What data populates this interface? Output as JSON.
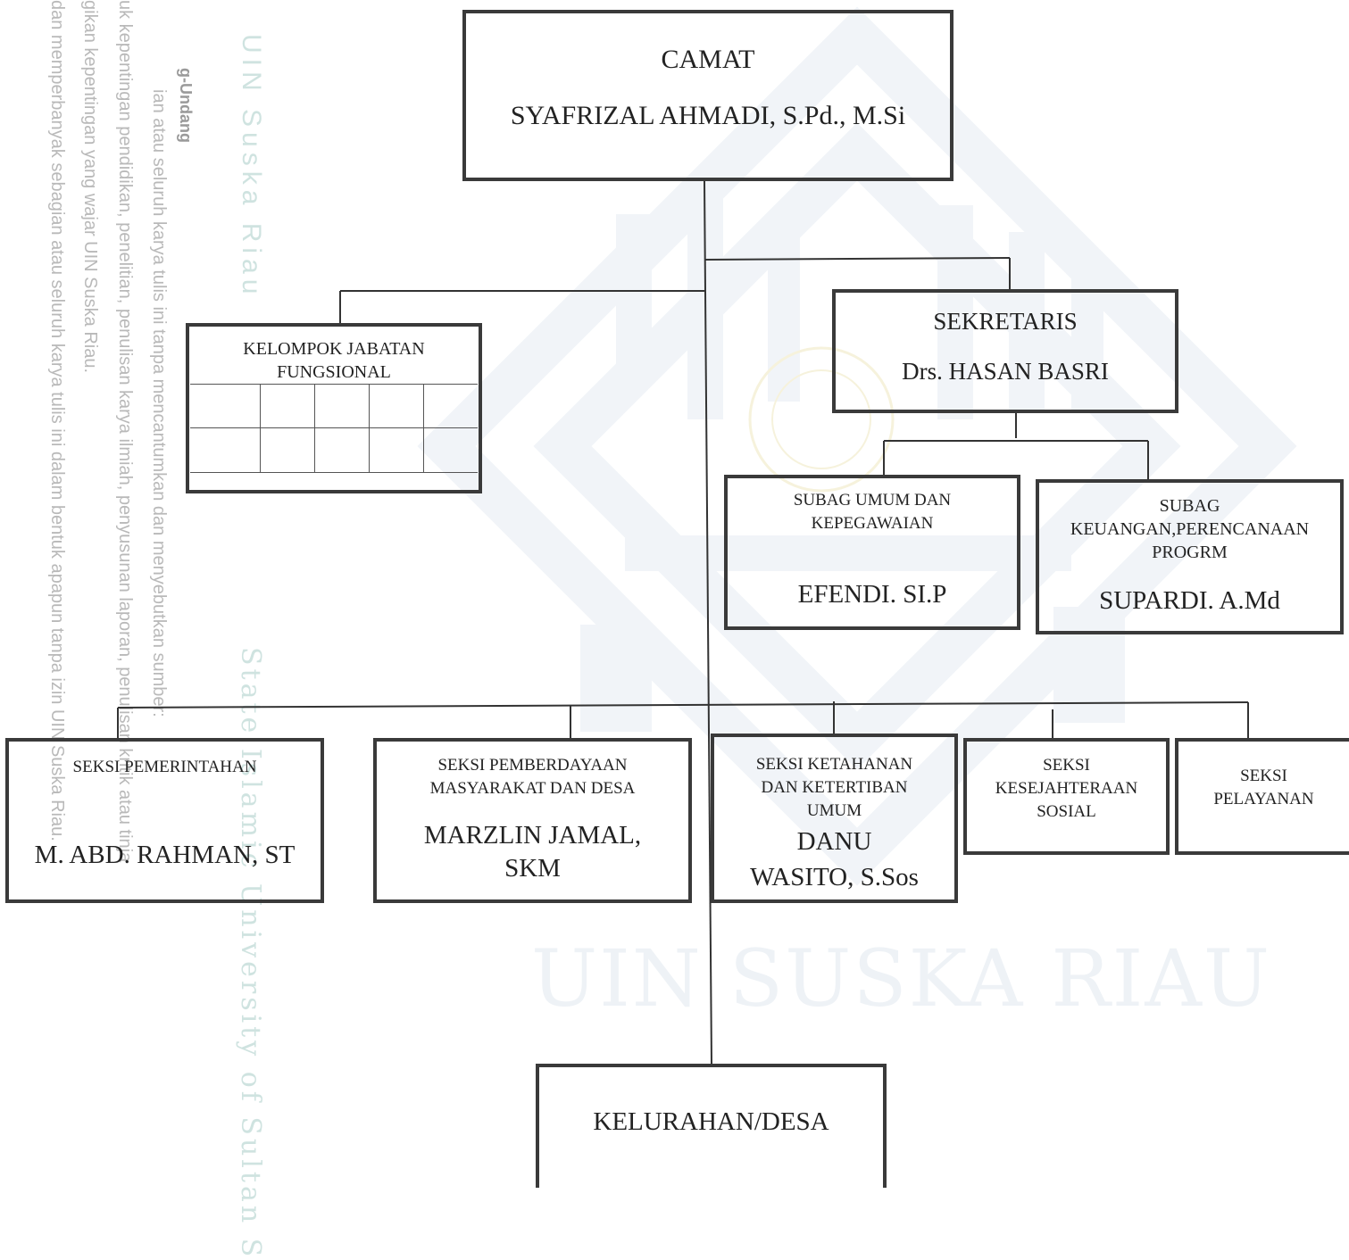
{
  "watermark": {
    "side_header": "g-Undang",
    "side_lines": [
      "ian atau seluruh karya tulis ini tanpa mencantumkan dan menyebutkan sumber:",
      "uk kepentingan pendidikan, penelitian, penulisan karya ilmiah, penyusunan laporan, penulisan kritik atau tinja",
      "gikan kepentingan yang wajar UIN Suska Riau.",
      "dan memperbanyak sebagian atau seluruh karya tulis ini dalam bentuk apapun tanpa izin UIN Suska Riau."
    ],
    "side_label_1": "UIN Suska Riau",
    "side_label_2": "State Islamic University of Sultan S",
    "center_text": "UIN SUSKA RIAU",
    "color": "#eef2f6"
  },
  "org_chart": {
    "camat": {
      "title": "CAMAT",
      "name": "SYAFRIZAL AHMADI, S.Pd., M.Si"
    },
    "fungsional": {
      "title_line1": "KELOMPOK JABATAN",
      "title_line2": "FUNGSIONAL"
    },
    "sekretaris": {
      "title": "SEKRETARIS",
      "name": "Drs. HASAN BASRI"
    },
    "subag_umum": {
      "title_line1": "SUBAG UMUM DAN",
      "title_line2": "KEPEGAWAIAN",
      "name": "EFENDI. SI.P"
    },
    "subag_keuangan": {
      "title_line1": "SUBAG",
      "title_line2": "KEUANGAN,PERENCANAAN",
      "title_line3": "PROGRM",
      "name": "SUPARDI. A.Md"
    },
    "seksi_pemerintahan": {
      "title": "SEKSI PEMERINTAHAN",
      "name": "M. ABD. RAHMAN, ST"
    },
    "seksi_pemberdayaan": {
      "title_line1": "SEKSI PEMBERDAYAAN",
      "title_line2": "MASYARAKAT DAN DESA",
      "name_line1": "MARZLIN JAMAL,",
      "name_line2": "SKM"
    },
    "seksi_ketahanan": {
      "title_line1": "SEKSI KETAHANAN",
      "title_line2": "DAN KETERTIBAN",
      "title_line3": "UMUM",
      "name_line1": "DANU",
      "name_line2": "WASITO, S.Sos"
    },
    "seksi_kesejahteraan": {
      "title_line1": "SEKSI",
      "title_line2": "KESEJAHTERAAN",
      "title_line3": "SOSIAL"
    },
    "seksi_pelayanan": {
      "title_line1": "SEKSI",
      "title_line2": "PELAYANAN"
    },
    "kelurahan": {
      "title": "KELURAHAN/DESA"
    }
  },
  "colors": {
    "border": "#3a3a3a",
    "line": "#333333",
    "text": "#222222"
  }
}
